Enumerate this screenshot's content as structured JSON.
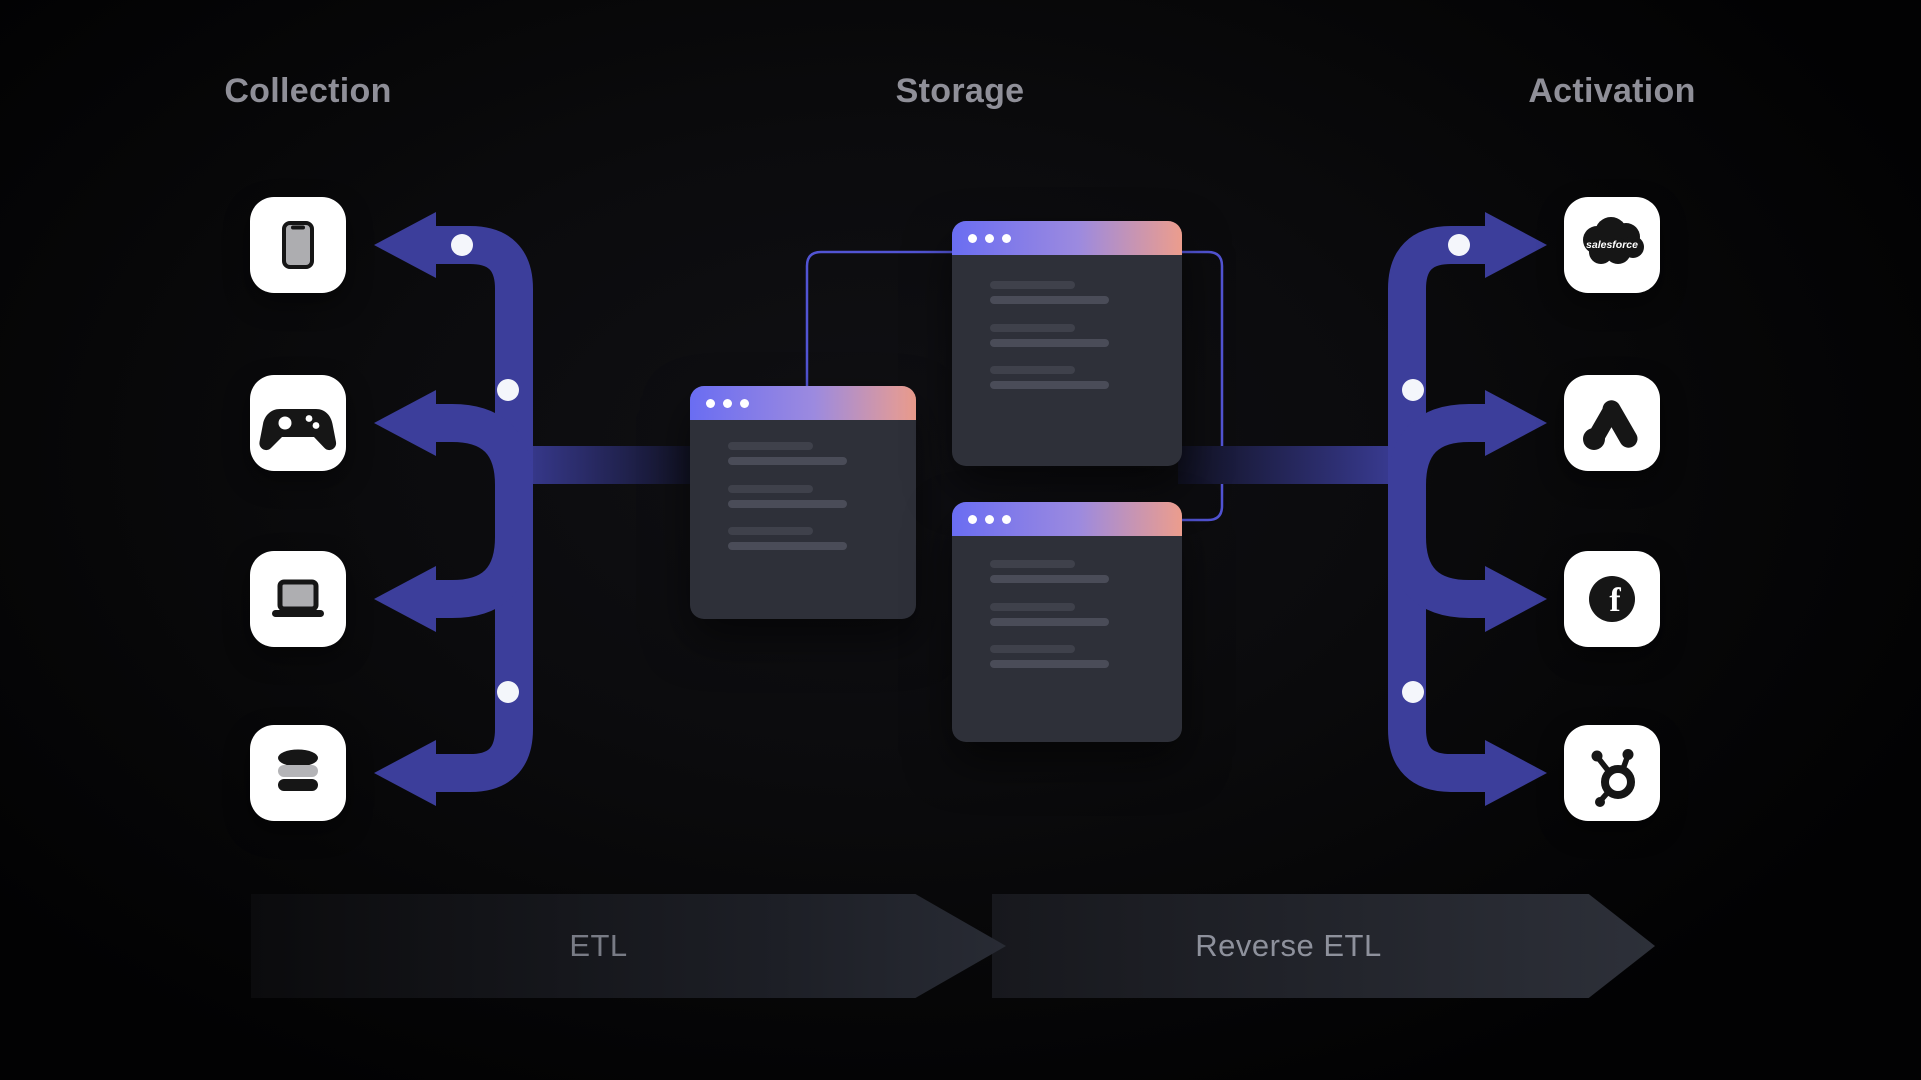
{
  "headers": {
    "collection": "Collection",
    "storage": "Storage",
    "activation": "Activation"
  },
  "banners": {
    "etl": "ETL",
    "reverse_etl": "Reverse ETL"
  },
  "logos": {
    "salesforce_wordmark": "salesforce",
    "facebook_letter": "f"
  },
  "collection_sources": [
    {
      "name": "mobile-phone"
    },
    {
      "name": "game-console"
    },
    {
      "name": "laptop"
    },
    {
      "name": "database"
    }
  ],
  "activation_destinations": [
    {
      "name": "salesforce"
    },
    {
      "name": "google-ads"
    },
    {
      "name": "facebook"
    },
    {
      "name": "hubspot"
    }
  ],
  "colors": {
    "background": "#0a0a0b",
    "arrow_indigo": "#3c3e9b",
    "connector_line": "#5659df",
    "window_body": "#2e3039",
    "window_header_gradient": [
      "#6a6df2",
      "#9c8adf",
      "#ec9d8d"
    ],
    "header_text": "#8f8f98",
    "etl_text": "#787b85",
    "reverse_etl_text": "#8e919c",
    "icon_card_bg": "#ffffff",
    "icon_glyph": "#161616"
  }
}
